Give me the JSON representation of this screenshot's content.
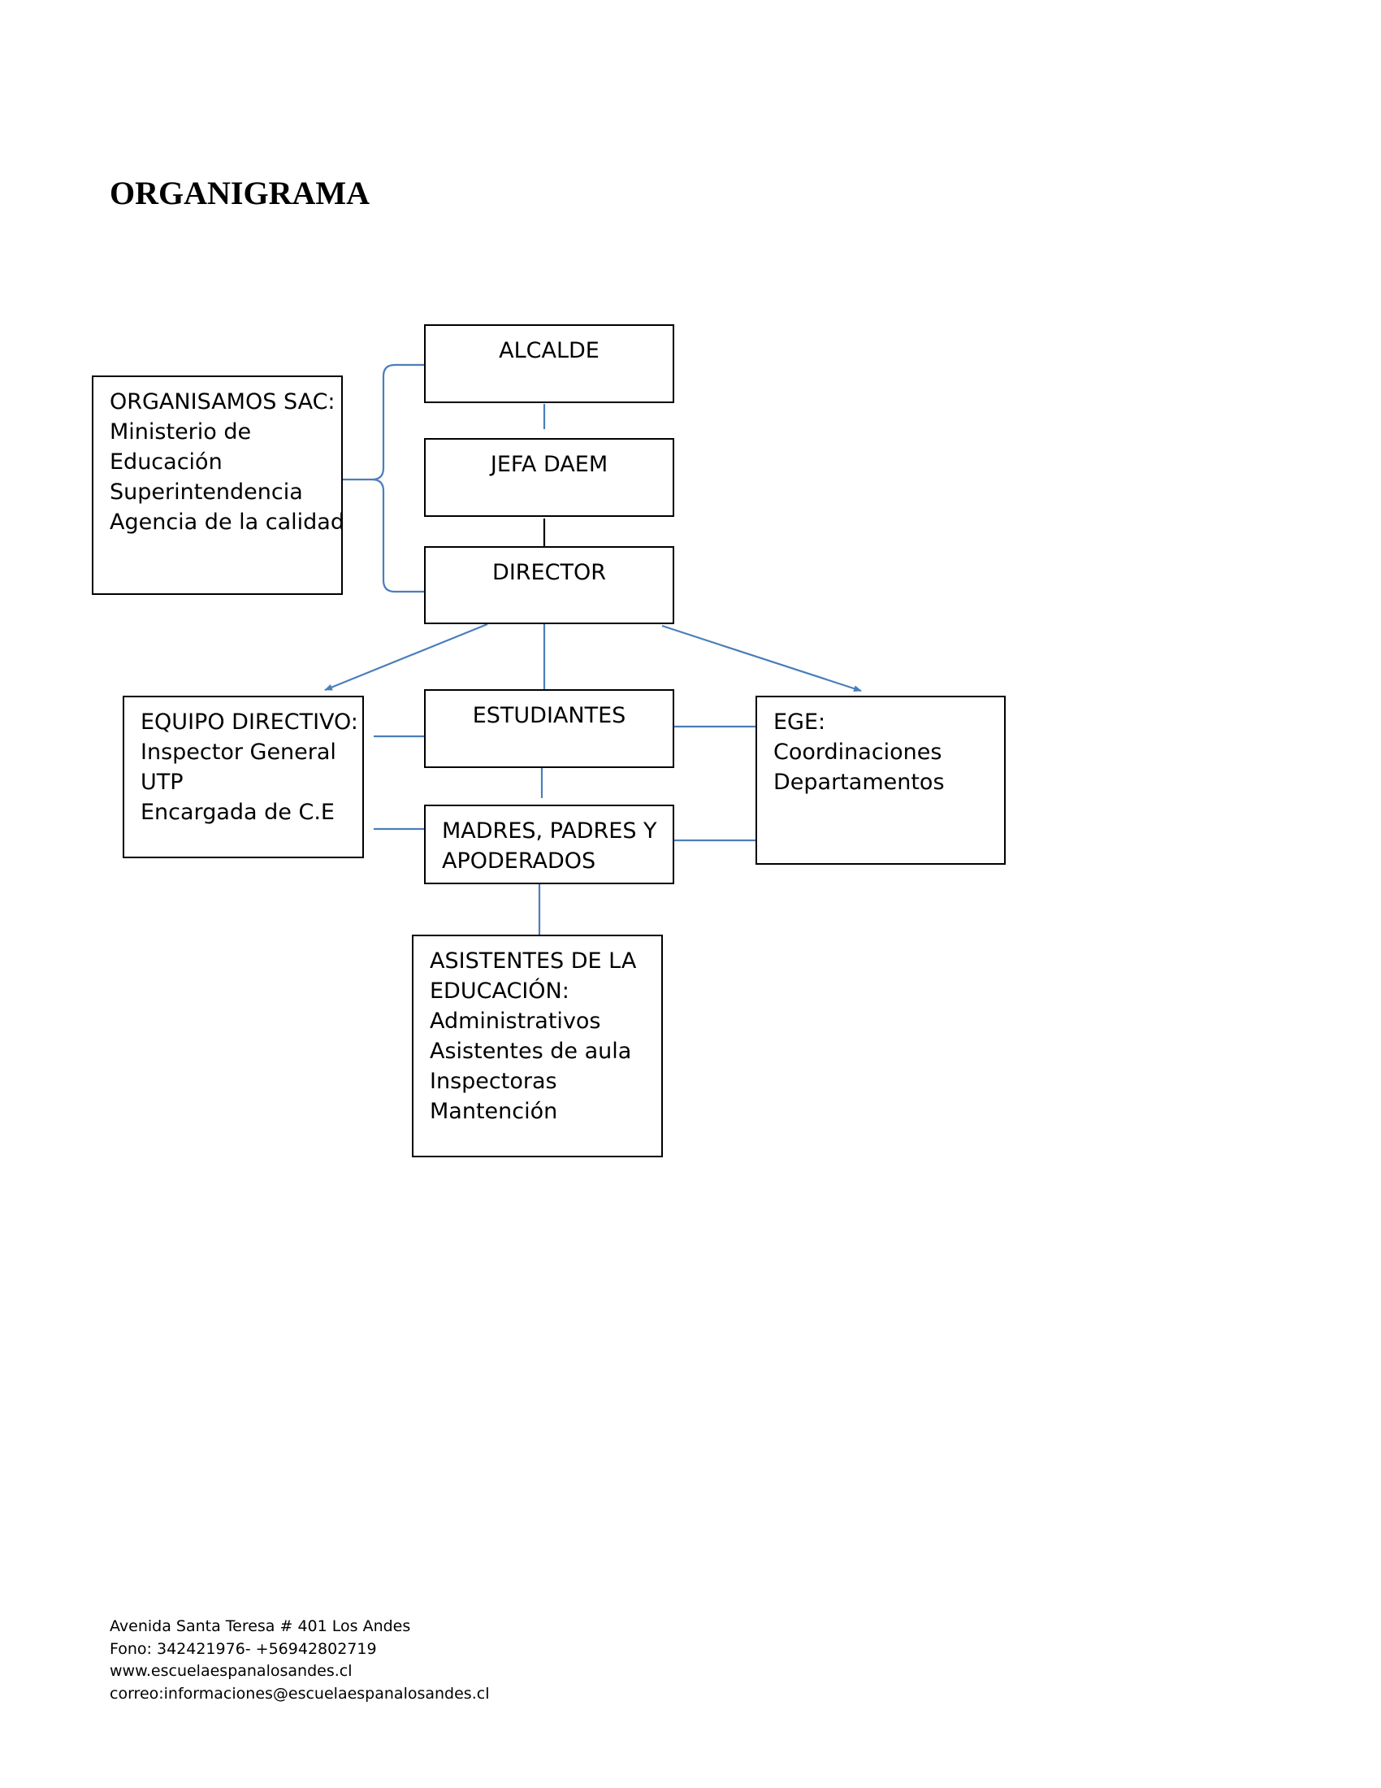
{
  "title": "ORGANIGRAMA",
  "boxes": {
    "alcalde": [
      "ALCALDE"
    ],
    "jefa_daem": [
      "JEFA DAEM"
    ],
    "director": [
      "DIRECTOR"
    ],
    "organismos": [
      "ORGANISAMOS SAC:",
      "Ministerio de",
      "Educación",
      "Superintendencia",
      "Agencia de la calidad"
    ],
    "equipo_directivo": [
      "EQUIPO DIRECTIVO:",
      "Inspector General",
      "UTP",
      "Encargada de C.E"
    ],
    "estudiantes": [
      "ESTUDIANTES"
    ],
    "ege": [
      "EGE:",
      "Coordinaciones",
      "Departamentos"
    ],
    "madres_padres": [
      "MADRES, PADRES Y",
      "APODERADOS"
    ],
    "asistentes": [
      "ASISTENTES DE LA",
      "EDUCACIÓN:",
      "Administrativos",
      "Asistentes de aula",
      "Inspectoras",
      "Mantención"
    ]
  },
  "colors": {
    "connector_blue": "#4a7ebb",
    "connector_black": "#000000",
    "box_border": "#000000"
  },
  "footer": [
    "Avenida Santa Teresa # 401 Los Andes",
    "Fono: 342421976- +56942802719",
    "www.escuelaespanalosandes.cl",
    "correo:informaciones@escuelaespanalosandes.cl"
  ]
}
